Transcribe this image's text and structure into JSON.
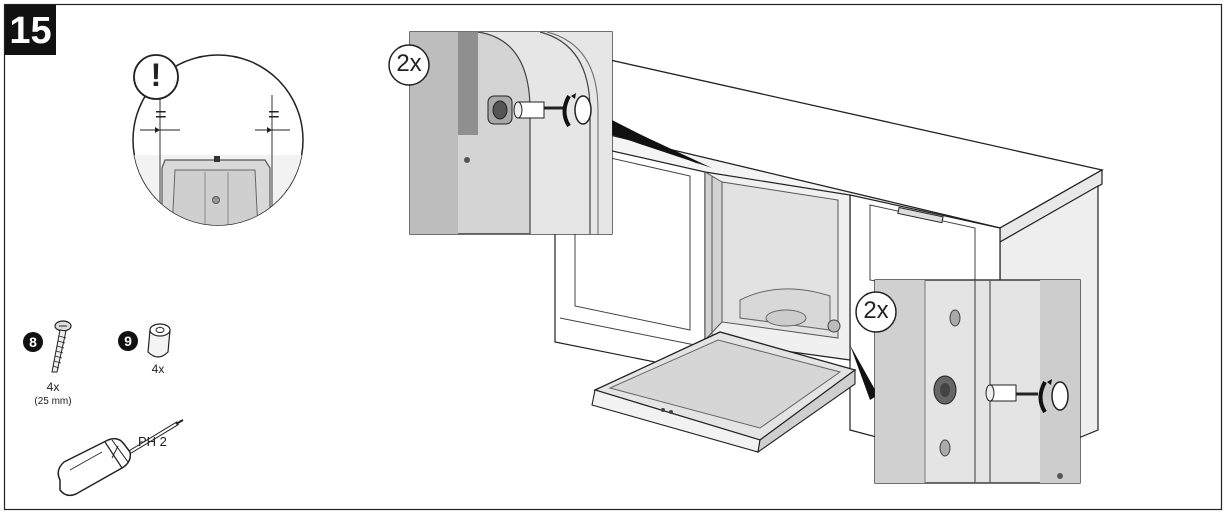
{
  "step": {
    "number": "15"
  },
  "warning": {
    "symbol": "!",
    "equal_left": "=",
    "equal_right": "="
  },
  "callouts": {
    "top_count": "2x",
    "bottom_count": "2x"
  },
  "parts": [
    {
      "number": "8",
      "name": "screw-icon",
      "quantity": "4x",
      "size": "(25 mm)"
    },
    {
      "number": "9",
      "name": "spacer-sleeve-icon",
      "quantity": "4x"
    }
  ],
  "tool": {
    "name": "screwdriver-icon",
    "label": "PH 2"
  },
  "colors": {
    "ink": "#1a1a1a",
    "gray_light": "#e6e6e6",
    "gray_mid": "#c8c8c8",
    "gray_dark": "#9a9a9a"
  }
}
